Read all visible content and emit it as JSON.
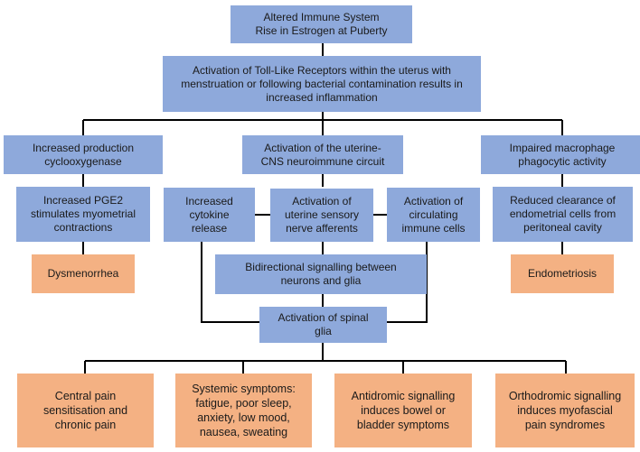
{
  "colors": {
    "blue_box": "#8ea9db",
    "orange_box": "#f4b183",
    "connector": "#000000"
  },
  "nodes": {
    "top": "Altered Immune System\nRise in Estrogen at Puberty",
    "tlr": "Activation of Toll-Like Receptors within the uterus with\nmenstruation or following bacterial contamination results in\nincreased inflammation",
    "cox": "Increased production\ncyclooxygenase",
    "circuit": "Activation of the uterine-\nCNS neuroimmune circuit",
    "macrophage": "Impaired macrophage\nphagocytic activity",
    "pge2": "Increased PGE2\nstimulates myometrial\ncontractions",
    "cytokine": "Increased\ncytokine\nrelease",
    "afferents": "Activation of\nuterine sensory\nnerve afferents",
    "immune_cells": "Activation of\ncirculating\nimmune cells",
    "clearance": "Reduced clearance of\nendometrial cells from\nperitoneal cavity",
    "dysmenorrhea": "Dysmenorrhea",
    "bidirectional": "Bidirectional signalling between\nneurons and glia",
    "endometriosis": "Endometriosis",
    "spinal_glia": "Activation of spinal\nglia",
    "central_pain": "Central pain\nsensitisation and\nchronic pain",
    "systemic": "Systemic symptoms:\nfatigue, poor sleep,\nanxiety, low mood,\nnausea, sweating",
    "antidromic": "Antidromic signalling\ninduces bowel or\nbladder symptoms",
    "orthodromic": "Orthodromic signalling\ninduces myofascial\npain syndromes"
  }
}
